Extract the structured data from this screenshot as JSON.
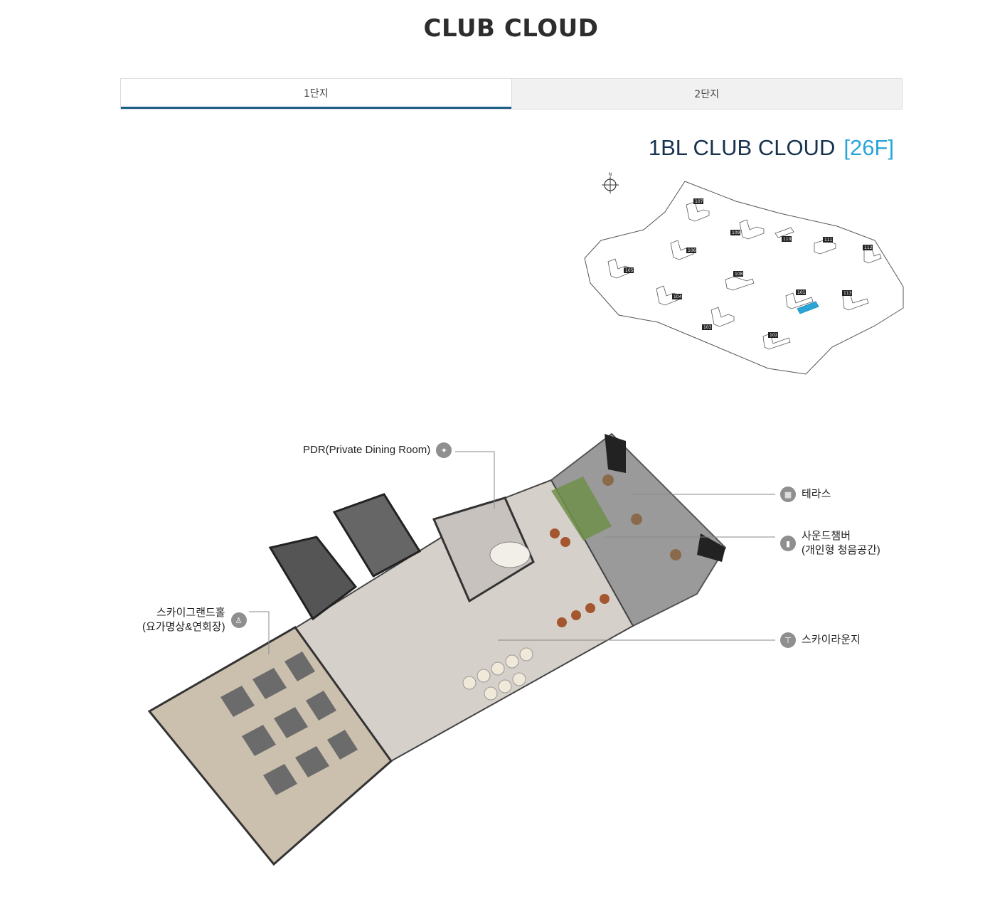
{
  "header": {
    "title": "CLUB CLOUD"
  },
  "tabs": [
    {
      "label": "1단지",
      "active": true
    },
    {
      "label": "2단지",
      "active": false
    }
  ],
  "block": {
    "name": "1BL CLUB CLOUD",
    "floor": "[26F]"
  },
  "keymap": {
    "compass": "N",
    "highlighted": "101",
    "buildings": [
      "107",
      "109",
      "110",
      "106",
      "111",
      "112",
      "105",
      "108",
      "104",
      "101",
      "113",
      "103",
      "102"
    ]
  },
  "callouts": {
    "pdr": {
      "label": "PDR(Private Dining Room)",
      "icon": "dining-icon"
    },
    "terrace": {
      "label": "테라스",
      "icon": "building-icon"
    },
    "sound_chamber": {
      "line1": "사운드챔버",
      "line2": "(개인형 청음공간)",
      "icon": "audio-icon"
    },
    "sky_lounge": {
      "label": "스카이라운지",
      "icon": "table-icon"
    },
    "grand_hall": {
      "line1": "스카이그랜드홀",
      "line2": "(요가명상&연회장)",
      "icon": "yoga-icon"
    }
  },
  "colors": {
    "accent": "#1a5f86",
    "floor_highlight": "#2aa5d8",
    "title_navy": "#16324f"
  }
}
